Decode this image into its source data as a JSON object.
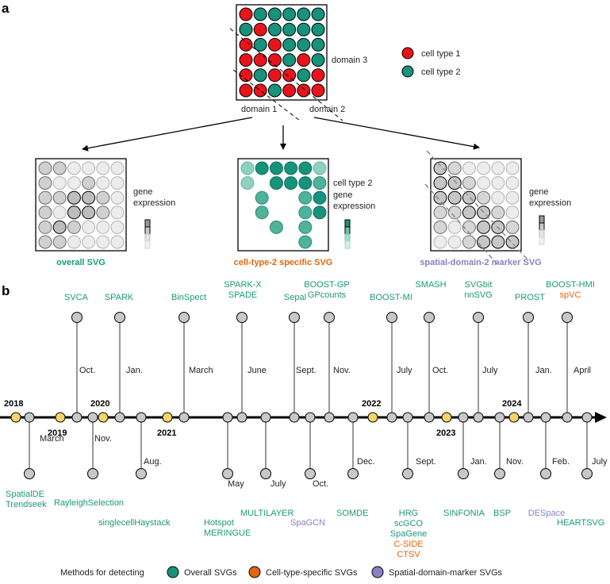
{
  "colors": {
    "red": "#e8141b",
    "teal": "#16937a",
    "orange": "#e0670f",
    "purple": "#8a80c4",
    "grey_dot": "#c8c8c8",
    "yellow_dot": "#f5d46a",
    "overall": "#1a9a76",
    "celltype": "#e0670f",
    "domain": "#8a80c4"
  },
  "panel_a": {
    "label": "a",
    "domain_1": "domain 1",
    "domain_2": "domain 2",
    "domain_3": "domain 3",
    "legend": {
      "cell_type_1": "cell type 1",
      "cell_type_2": "cell type 2"
    },
    "left": {
      "label": "overall SVG",
      "legend_line1": "gene",
      "legend_line2": "expression"
    },
    "middle": {
      "label": "cell-type-2 specific SVG",
      "legend_line0": "cell type 2",
      "legend_line1": "gene",
      "legend_line2": "expression"
    },
    "right": {
      "label": "spatial-domain-2 marker SVG",
      "legend_line1": "gene",
      "legend_line2": "expression"
    }
  },
  "panel_b": {
    "label": "b",
    "years": [
      "2018",
      "2019",
      "2020",
      "2021",
      "2022",
      "2023",
      "2024"
    ],
    "events": [
      {
        "month": "March",
        "methods": [
          {
            "name": "SpatialDE",
            "type": "overall"
          },
          {
            "name": "Trendseek",
            "type": "overall"
          }
        ]
      },
      {
        "month": "Oct.",
        "methods": [
          {
            "name": "SVCA",
            "type": "overall"
          }
        ]
      },
      {
        "month": "Nov.",
        "methods": [
          {
            "name": "RayleighSelection",
            "type": "overall"
          }
        ]
      },
      {
        "month": "Jan.",
        "methods": [
          {
            "name": "SPARK",
            "type": "overall"
          }
        ]
      },
      {
        "month": "Aug.",
        "methods": [
          {
            "name": "singlecellHaystack",
            "type": "overall"
          }
        ]
      },
      {
        "month": "March",
        "methods": [
          {
            "name": "BinSpect",
            "type": "overall"
          }
        ]
      },
      {
        "month": "May",
        "methods": [
          {
            "name": "Hotspot",
            "type": "overall"
          },
          {
            "name": "MERINGUE",
            "type": "overall"
          }
        ]
      },
      {
        "month": "June",
        "methods": [
          {
            "name": "SPARK-X",
            "type": "overall"
          },
          {
            "name": "SPADE",
            "type": "overall"
          }
        ]
      },
      {
        "month": "July",
        "methods": [
          {
            "name": "MULTILAYER",
            "type": "overall"
          }
        ]
      },
      {
        "month": "Sept.",
        "methods": [
          {
            "name": "Sepal",
            "type": "overall"
          }
        ]
      },
      {
        "month": "Oct.",
        "methods": [
          {
            "name": "SpaGCN",
            "type": "domain"
          }
        ]
      },
      {
        "month": "Nov.",
        "methods": [
          {
            "name": "BOOST-GP",
            "type": "overall"
          },
          {
            "name": "GPcounts",
            "type": "overall"
          }
        ]
      },
      {
        "month": "Dec.",
        "methods": [
          {
            "name": "SOMDE",
            "type": "overall"
          }
        ]
      },
      {
        "month": "July",
        "methods": [
          {
            "name": "BOOST-MI",
            "type": "overall"
          }
        ]
      },
      {
        "month": "Sept.",
        "methods": [
          {
            "name": "HRG",
            "type": "overall"
          },
          {
            "name": "scGCO",
            "type": "overall"
          },
          {
            "name": "SpaGene",
            "type": "overall"
          },
          {
            "name": "C-SIDE",
            "type": "celltype"
          },
          {
            "name": "CTSV",
            "type": "celltype"
          }
        ]
      },
      {
        "month": "Oct.",
        "methods": [
          {
            "name": "SMASH",
            "type": "overall"
          }
        ]
      },
      {
        "month": "Jan.",
        "methods": [
          {
            "name": "SINFONIA",
            "type": "overall"
          }
        ]
      },
      {
        "month": "July",
        "methods": [
          {
            "name": "SVGbit",
            "type": "overall"
          },
          {
            "name": "nnSVG",
            "type": "overall"
          }
        ]
      },
      {
        "month": "Nov.",
        "methods": [
          {
            "name": "BSP",
            "type": "overall"
          }
        ]
      },
      {
        "month": "Jan.",
        "methods": [
          {
            "name": "PROST",
            "type": "overall"
          }
        ]
      },
      {
        "month": "Feb.",
        "methods": [
          {
            "name": "DESpace",
            "type": "domain"
          }
        ]
      },
      {
        "month": "April",
        "methods": [
          {
            "name": "BOOST-HMI",
            "type": "overall"
          },
          {
            "name": "spVC",
            "type": "celltype"
          }
        ]
      },
      {
        "month": "July",
        "methods": [
          {
            "name": "HEARTSVG",
            "type": "overall"
          }
        ]
      }
    ],
    "legend": {
      "title": "Methods for detecting",
      "overall": "Overall SVGs",
      "celltype": "Cell-type-specific SVGs",
      "domain": "Spatial-domain-marker SVGs"
    }
  }
}
